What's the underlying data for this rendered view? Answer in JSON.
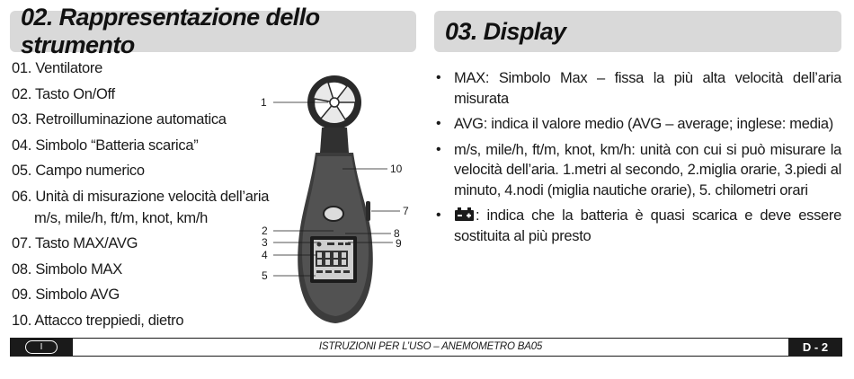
{
  "header_left": "02. Rappresentazione dello strumento",
  "header_right": "03. Display",
  "parts": [
    {
      "text": "01. Ventilatore"
    },
    {
      "text": "02. Tasto On/Off"
    },
    {
      "text": "03. Retroilluminazione automatica"
    },
    {
      "text": "04. Simbolo “Batteria scarica”"
    },
    {
      "text": "05. Campo numerico"
    },
    {
      "text": "06. Unità di misurazione velocità dell’aria",
      "cont": "m/s, mile/h, ft/m, knot, km/h"
    },
    {
      "text": "07. Tasto MAX/AVG"
    },
    {
      "text": "08. Simbolo MAX"
    },
    {
      "text": "09. Simbolo AVG"
    },
    {
      "text": "10. Attacco treppiedi, dietro"
    }
  ],
  "callouts": {
    "c1": "1",
    "c2": "2",
    "c3": "3",
    "c4": "4",
    "c5": "5",
    "c7": "7",
    "c8": "8",
    "c9": "9",
    "c10": "10"
  },
  "bullets": [
    "MAX: Simbolo Max – fissa la più alta velocità dell’aria misurata",
    "AVG: indica il valore medio (AVG – average; inglese: media)",
    "m/s, mile/h, ft/m, knot, km/h: unità con cui si può misurare la velocità dell’aria. 1.metri al secondo, 2.miglia orarie, 3.piedi al minuto, 4.nodi (miglia nautiche orarie), 5. chilometri orari",
    ": indica che la batteria è quasi scarica e deve essere sostituita al più presto"
  ],
  "footer": {
    "language": "I",
    "title": "ISTRUZIONI PER L’USO – ANEMOMETRO BA05",
    "page": "D - 2"
  }
}
